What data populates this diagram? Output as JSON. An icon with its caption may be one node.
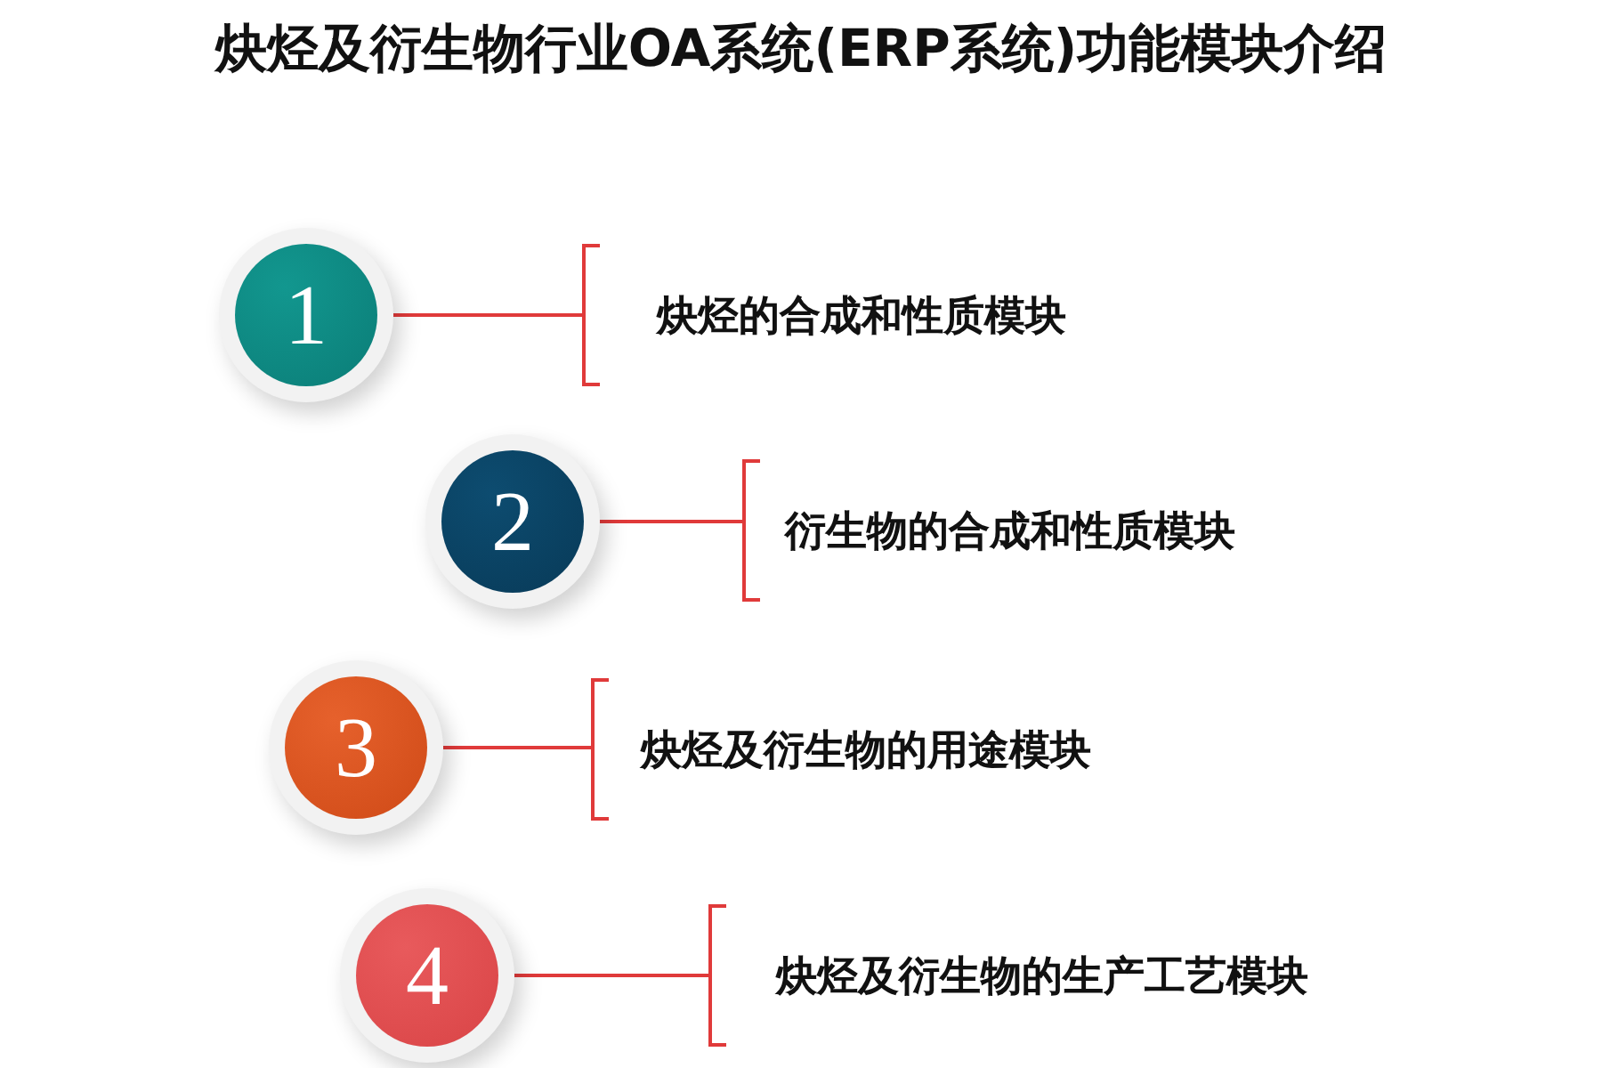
{
  "diagram": {
    "title": "炔烃及衍生物行业OA系统(ERP系统)功能模块介绍",
    "nodes": [
      {
        "text": [
          "1"
        ]
      },
      {
        "text": [
          "炔烃的合成和性质模块"
        ]
      },
      {
        "text": [
          "2"
        ]
      },
      {
        "text": [
          "衍生物的合成和性质模块"
        ]
      },
      {
        "text": [
          "3"
        ]
      },
      {
        "text": [
          "炔烃及衍生物的用途模块"
        ]
      },
      {
        "text": [
          "4"
        ]
      },
      {
        "text": [
          "炔烃及衍生物的生产工艺模块"
        ]
      }
    ],
    "edges": [
      {
        "from": 0,
        "to": 1,
        "arrow": "none"
      },
      {
        "from": 2,
        "to": 3,
        "arrow": "none"
      },
      {
        "from": 4,
        "to": 5,
        "arrow": "none"
      },
      {
        "from": 6,
        "to": 7,
        "arrow": "none"
      }
    ]
  }
}
